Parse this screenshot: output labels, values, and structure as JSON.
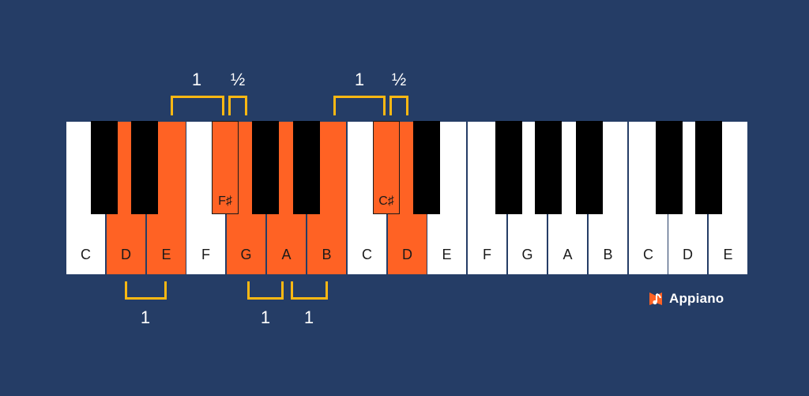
{
  "colors": {
    "background": "#253d66",
    "highlight": "#ff6224",
    "bracket": "#fdb813",
    "white_key": "#ffffff",
    "black_key": "#000000"
  },
  "keyboard": {
    "white_keys": [
      {
        "label": "C",
        "highlighted": false
      },
      {
        "label": "D",
        "highlighted": true
      },
      {
        "label": "E",
        "highlighted": true
      },
      {
        "label": "F",
        "highlighted": false
      },
      {
        "label": "G",
        "highlighted": true
      },
      {
        "label": "A",
        "highlighted": true
      },
      {
        "label": "B",
        "highlighted": true
      },
      {
        "label": "C",
        "highlighted": false
      },
      {
        "label": "D",
        "highlighted": true
      },
      {
        "label": "E",
        "highlighted": false
      },
      {
        "label": "F",
        "highlighted": false
      },
      {
        "label": "G",
        "highlighted": false
      },
      {
        "label": "A",
        "highlighted": false
      },
      {
        "label": "B",
        "highlighted": false
      },
      {
        "label": "C",
        "highlighted": false
      },
      {
        "label": "D",
        "highlighted": false
      },
      {
        "label": "E",
        "highlighted": false
      }
    ],
    "black_keys": [
      {
        "label": "",
        "highlighted": false
      },
      {
        "label": "",
        "highlighted": false
      },
      {
        "label": "F♯",
        "highlighted": true
      },
      {
        "label": "",
        "highlighted": false
      },
      {
        "label": "",
        "highlighted": false
      },
      {
        "label": "C♯",
        "highlighted": true
      },
      {
        "label": "",
        "highlighted": false
      },
      {
        "label": "",
        "highlighted": false
      },
      {
        "label": "",
        "highlighted": false
      },
      {
        "label": "",
        "highlighted": false
      },
      {
        "label": "",
        "highlighted": false
      },
      {
        "label": "",
        "highlighted": false
      }
    ]
  },
  "intervals": {
    "top": [
      {
        "label": "1",
        "span": "E-F♯"
      },
      {
        "label": "½",
        "span": "F♯-G"
      },
      {
        "label": "1",
        "span": "B-C♯"
      },
      {
        "label": "½",
        "span": "C♯-D"
      }
    ],
    "bottom": [
      {
        "label": "1",
        "span": "D-E"
      },
      {
        "label": "1",
        "span": "G-A"
      },
      {
        "label": "1",
        "span": "A-B"
      }
    ]
  },
  "brand": {
    "name": "Appiano",
    "icon": "music-note-flag-icon"
  }
}
